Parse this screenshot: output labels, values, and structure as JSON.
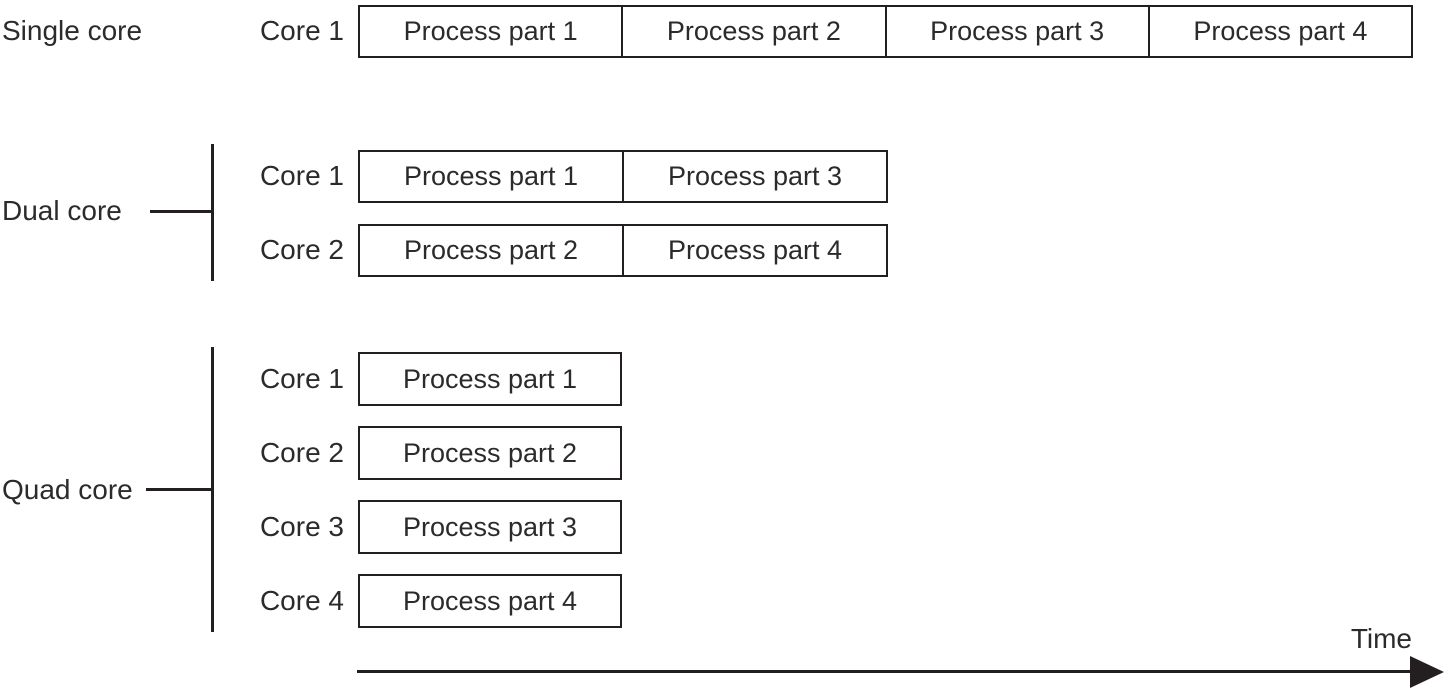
{
  "diagram": {
    "groups": [
      {
        "label": "Single core",
        "cores": [
          {
            "label": "Core 1",
            "parts": [
              "Process part 1",
              "Process part 2",
              "Process part 3",
              "Process part 4"
            ]
          }
        ]
      },
      {
        "label": "Dual core",
        "cores": [
          {
            "label": "Core 1",
            "parts": [
              "Process part 1",
              "Process part 3"
            ]
          },
          {
            "label": "Core 2",
            "parts": [
              "Process part 2",
              "Process part 4"
            ]
          }
        ]
      },
      {
        "label": "Quad core",
        "cores": [
          {
            "label": "Core 1",
            "parts": [
              "Process part 1"
            ]
          },
          {
            "label": "Core 2",
            "parts": [
              "Process part 2"
            ]
          },
          {
            "label": "Core 3",
            "parts": [
              "Process part 3"
            ]
          },
          {
            "label": "Core 4",
            "parts": [
              "Process part 4"
            ]
          }
        ]
      }
    ],
    "time_axis_label": "Time",
    "colors": {
      "stroke": "#231f20",
      "text": "#2b2b2b",
      "background": "#ffffff"
    }
  }
}
